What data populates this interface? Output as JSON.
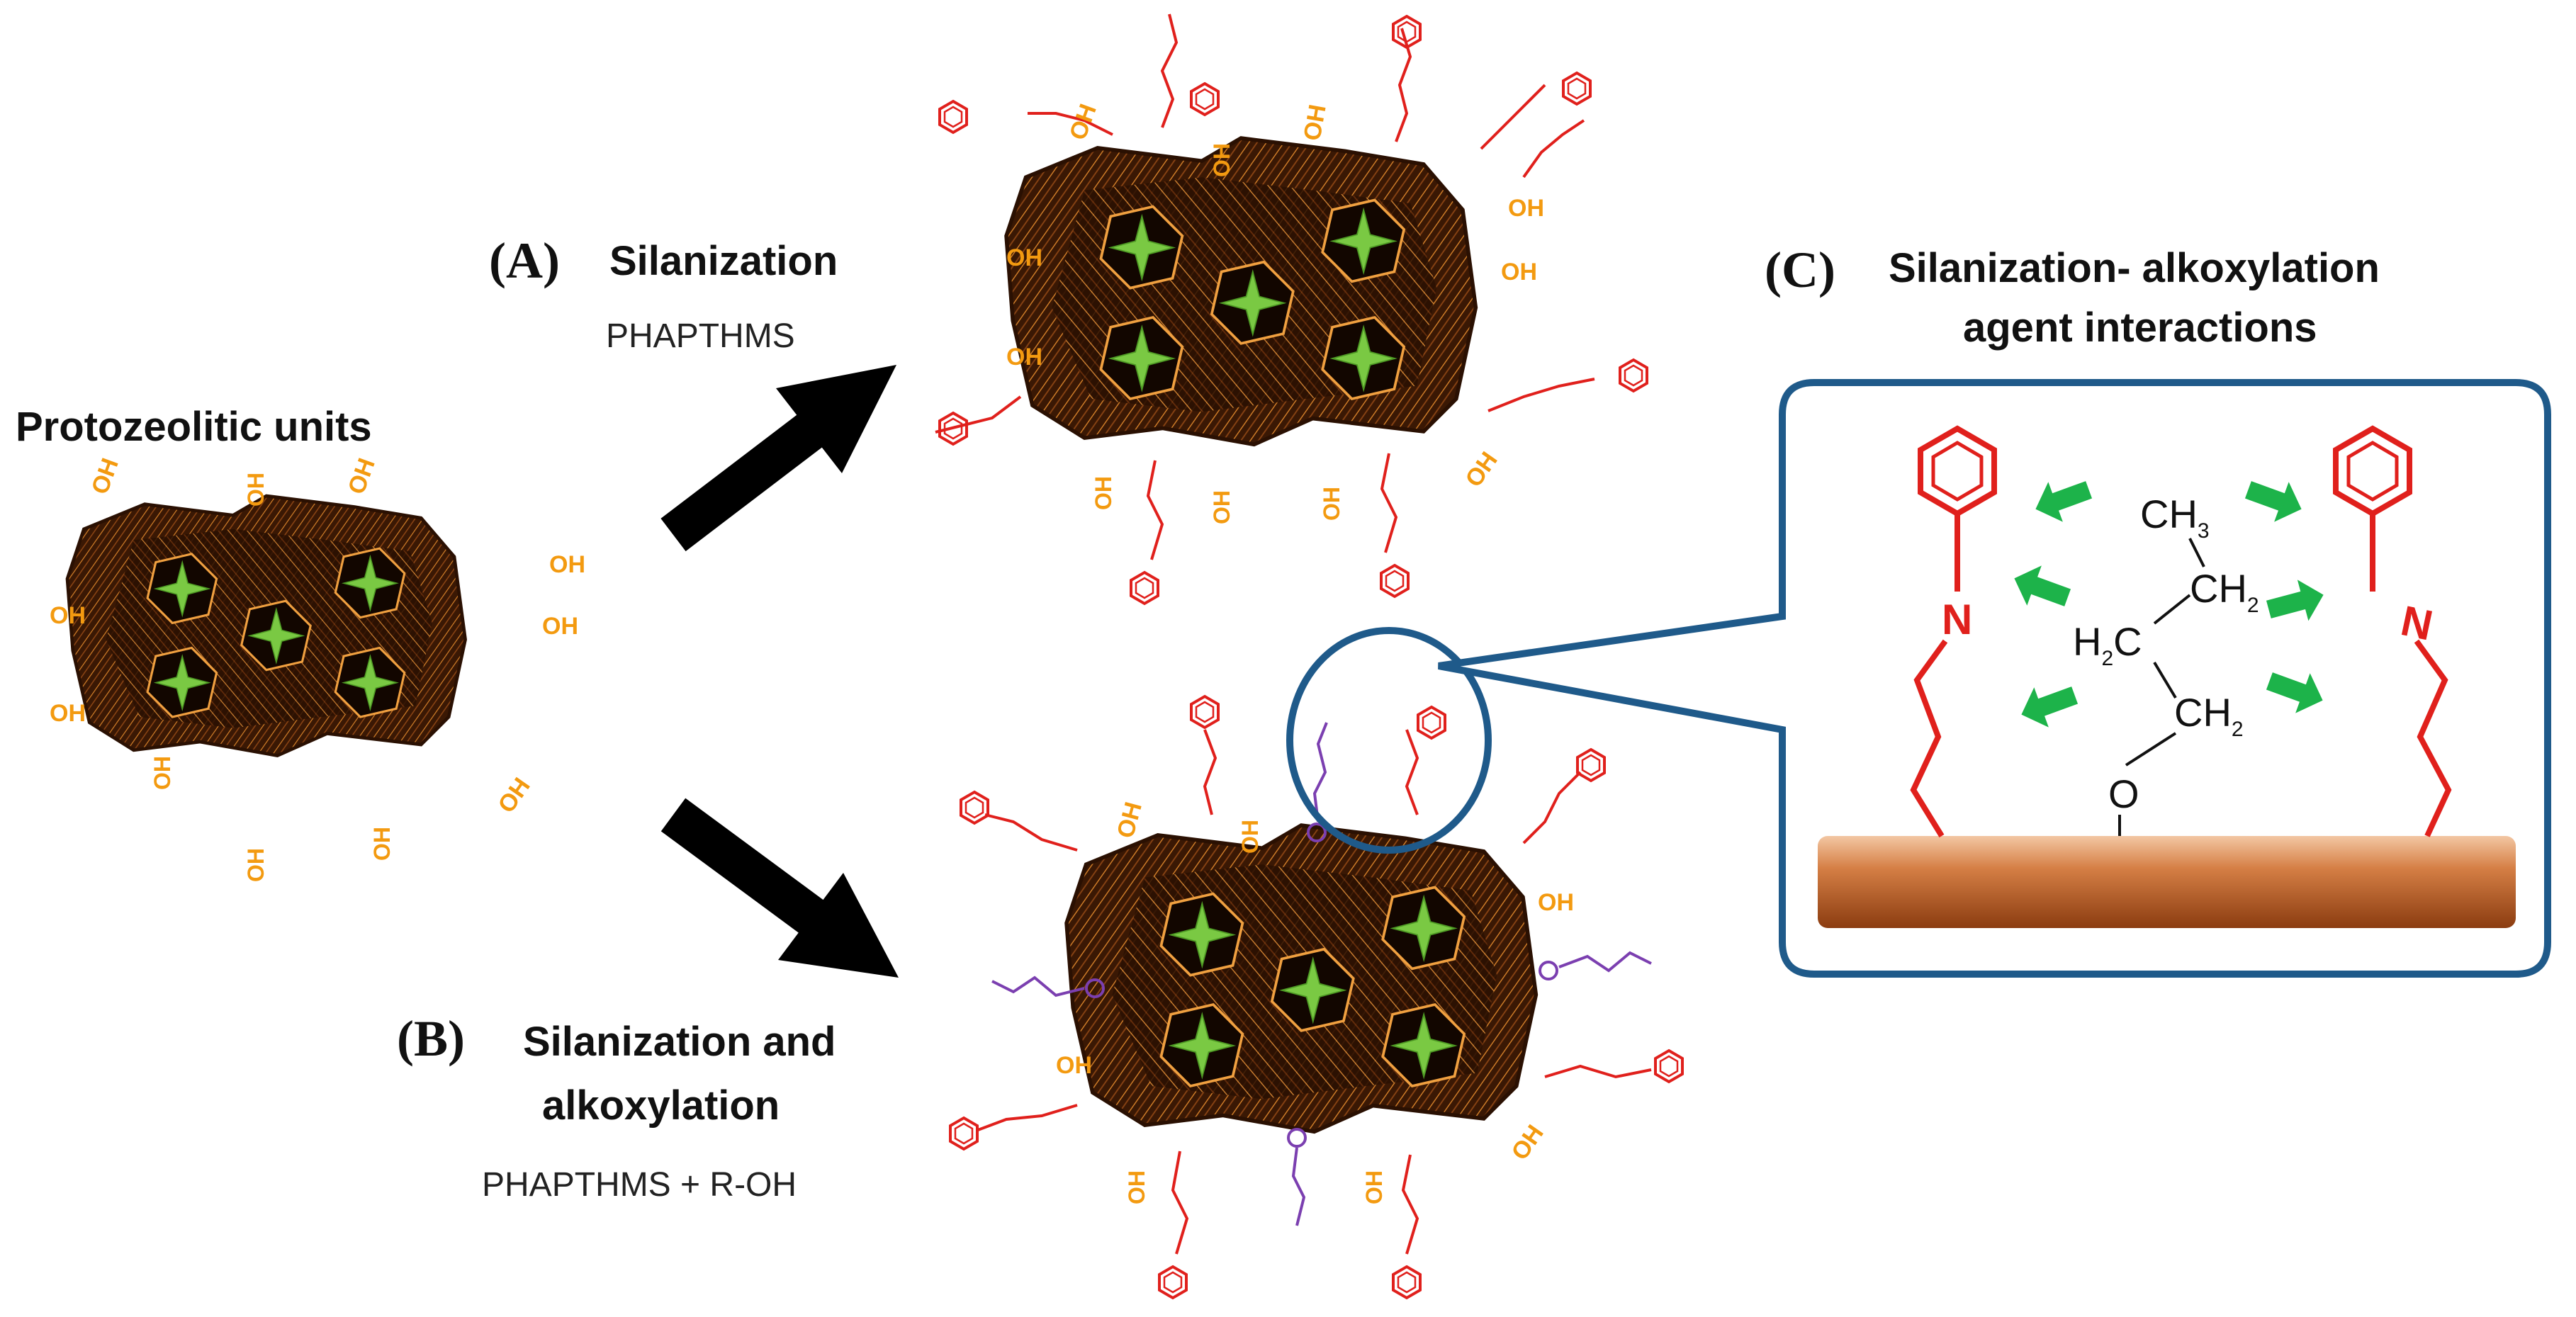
{
  "labels": {
    "a_letter": "(A)",
    "a_title": "Silanization",
    "a_reagent": "PHAPTHMS",
    "b_letter": "(B)",
    "b_title_line1": "Silanization and",
    "b_title_line2": "alkoxylation",
    "b_reagent": "PHAPTHMS + R-OH",
    "c_letter": "(C)",
    "c_title_line1": "Silanization- alkoxylation",
    "c_title_line2": "agent interactions",
    "start_title": "Protozeolitic units"
  },
  "chem": {
    "hydroxyl": "OH",
    "nitrogen": "N",
    "ch3": "CH",
    "ch3_sub": "3",
    "ch2": "CH",
    "ch2_sub": "2",
    "h2c_h": "H",
    "h2c_sub": "2",
    "h2c_c": "C",
    "oxygen": "O"
  },
  "colors": {
    "hydroxyl": "#f39a10",
    "silane_chain": "#e0201c",
    "alkoxy_chain": "#7b3fb0",
    "cavity_star": "#7ac943",
    "framework": "#5a2a08",
    "framework_lines": "#e68a2e",
    "interaction_arrow": "#1db34a",
    "inset_border": "#1f5a8a",
    "surface_bar": "#c56a33"
  }
}
